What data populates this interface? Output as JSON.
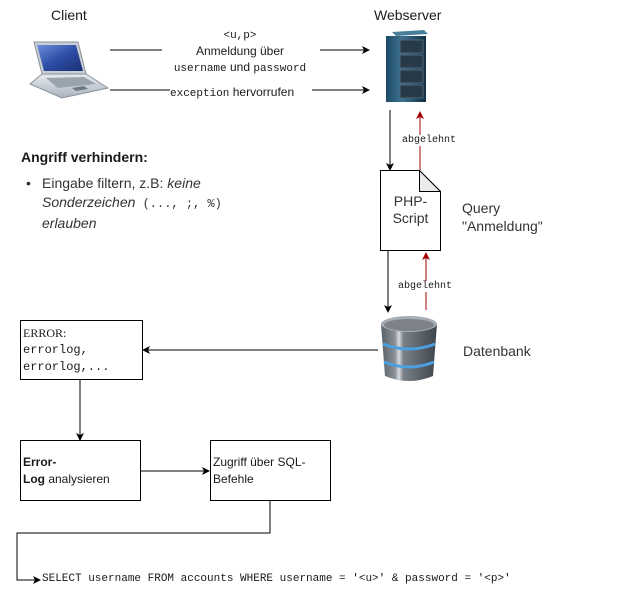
{
  "nodes": {
    "client": {
      "label": "Client",
      "icon": "laptop-icon"
    },
    "webserver": {
      "label": "Webserver",
      "icon": "server-rack-icon"
    },
    "php_script": {
      "label_line1": "PHP-",
      "label_line2": "Script",
      "icon": "document-icon"
    },
    "query_label": {
      "line1": "Query",
      "line2": "\"Anmeldung\""
    },
    "database": {
      "label": "Datenbank",
      "icon": "database-icon"
    },
    "error_box": {
      "line1": "ERROR:",
      "line2": "errorlog,",
      "line3": "errorlog,..."
    },
    "error_log_box": {
      "line1_bold": "Error-",
      "line2_bold": "Log",
      "line2_rest": " analysieren"
    },
    "sql_access_box": {
      "line1": "Zugriff über SQL-",
      "line2": "Befehle"
    },
    "sql_query": "SELECT username FROM accounts WHERE username = '<u>' & password = '<p>'"
  },
  "edges": {
    "login": {
      "line1": "<u,p>",
      "line2": "Anmeldung über",
      "line3_mono_a": "username",
      "line3_sans": " und ",
      "line3_mono_b": "password"
    },
    "exception": {
      "mono": "exception",
      "sans": " hervorrufen"
    },
    "rejected_1": "abgelehnt",
    "rejected_2": "abgelehnt"
  },
  "prevention": {
    "title": "Angriff verhindern:",
    "bullet_prefix": "Eingabe filtern, z.B: ",
    "bullet_italic1": "keine",
    "bullet_italic2": "Sonderzeichen",
    "bullet_mono": " (..., ;, %)",
    "bullet_italic3": "erlauben"
  },
  "colors": {
    "line": "#000000",
    "rejected_arrow": "#a50000"
  }
}
